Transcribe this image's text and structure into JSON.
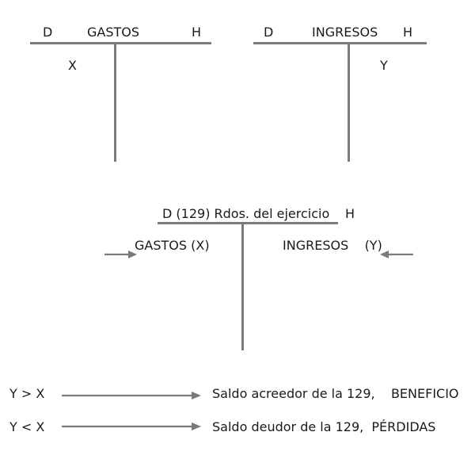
{
  "gastos_account": {
    "debit_label": "D",
    "title": "GASTOS",
    "credit_label": "H",
    "debit_entry": "X"
  },
  "ingresos_account": {
    "debit_label": "D",
    "title": "INGRESOS",
    "credit_label": "H",
    "credit_entry": "Y"
  },
  "result_account": {
    "title": "D (129) Rdos. del ejercicio",
    "credit_label": "H",
    "debit_entry": "GASTOS (X)",
    "credit_entry": "INGRESOS    (Y)"
  },
  "rules": [
    {
      "condition": "Y > X",
      "result": "Saldo acreedor de la 129,    BENEFICIO"
    },
    {
      "condition": "Y < X",
      "result": "Saldo deudor de la 129,  PÉRDIDAS"
    }
  ],
  "colors": {
    "line": "#7a7a7a",
    "text": "#1a1a1a"
  }
}
